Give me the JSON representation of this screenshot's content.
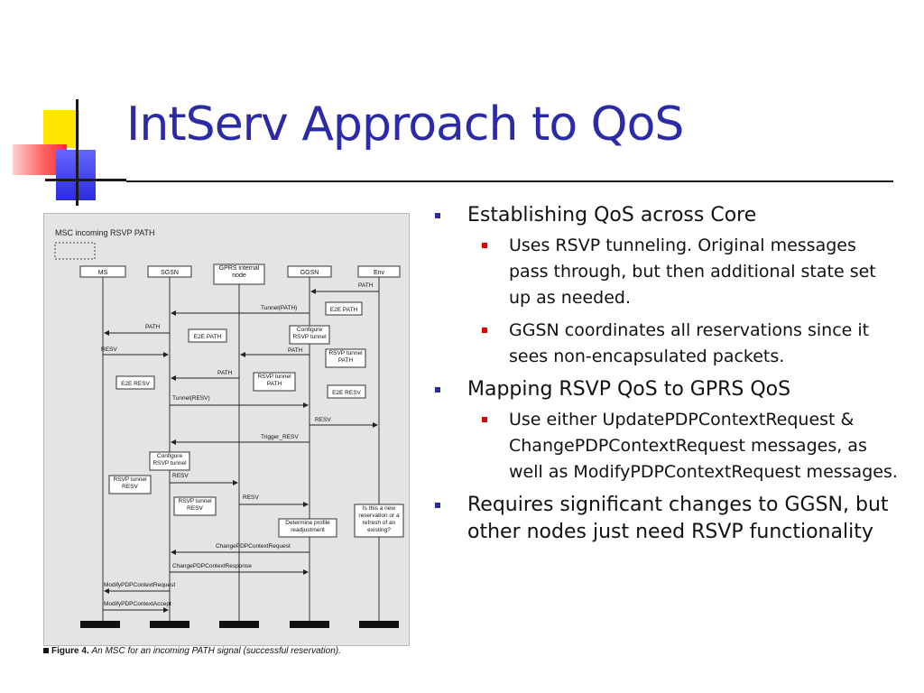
{
  "slide": {
    "title": "IntServ Approach to QoS"
  },
  "bullets": [
    {
      "text": "Establishing QoS across Core",
      "sub": [
        "Uses RSVP tunneling. Original messages pass through, but then additional state set up as needed.",
        "GGSN coordinates all reservations since it sees non-encapsulated packets."
      ]
    },
    {
      "text": "Mapping RSVP QoS to GPRS QoS",
      "sub": [
        "Use either UpdatePDPContextRequest & ChangePDPContextRequest messages, as well as ModifyPDPContextRequest messages."
      ]
    },
    {
      "text": "Requires significant changes to GGSN, but other nodes just need RSVP functionality",
      "sub": []
    }
  ],
  "figure": {
    "heading": "MSC incoming RSVP PATH",
    "caption_label": "Figure 4.",
    "caption_text": "An MSC for an incoming PATH signal (successful reservation).",
    "nodes": [
      "MS",
      "SGSN",
      "GPRS internal node",
      "GGSN",
      "Env"
    ],
    "messages": [
      "PATH",
      "Tunnel(PATH)",
      "E2E PATH",
      "Configure RSVP tunnel",
      "PATH",
      "E2E PATH",
      "PATH",
      "RESV",
      "RSVP tunnel PATH",
      "PATH",
      "RSVP tunnel PATH",
      "E2E RESV",
      "Tunnel(RESV)",
      "E2E RESV",
      "RESV",
      "Trigger_RESV",
      "Configure RSVP tunnel",
      "RESV",
      "RSVP tunnel RESV",
      "RESV",
      "RSVP tunnel RESV",
      "Is this a new reservation or a refresh of an existing?",
      "Determine profile readjustment",
      "ChangePDPContextRequest",
      "ChangePDPContextResponse",
      "ModifyPDPContextRequest",
      "ModifyPDPContextAccept"
    ]
  },
  "colors": {
    "title": "#2b2ba8",
    "main_bullet": "#2b2ba8",
    "sub_bullet": "#e00000",
    "deco_yellow": "#ffe500",
    "deco_red": "#ff4040",
    "deco_blue": "#3333dd"
  }
}
